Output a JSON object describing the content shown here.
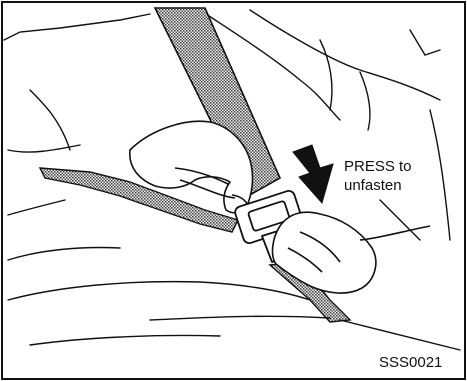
{
  "illustration": {
    "subject": "seat-belt-buckle-release",
    "callout_line1": "PRESS to",
    "callout_line2": "unfasten",
    "figure_code": "SSS0021"
  },
  "colors": {
    "line": "#111111",
    "webbing": "#8a8a8a",
    "background": "#ffffff"
  }
}
